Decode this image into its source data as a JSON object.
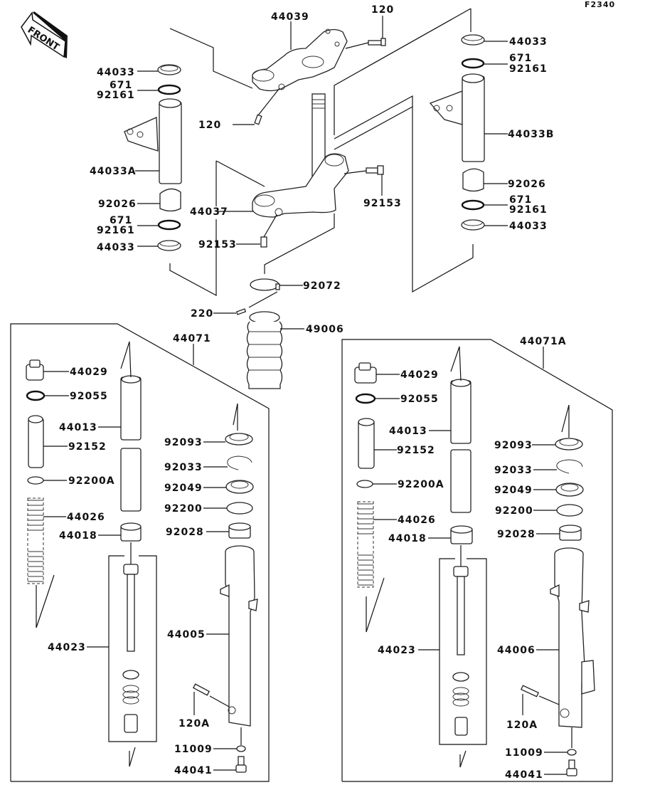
{
  "diagram": {
    "code": "F2340",
    "front_label": "FRONT",
    "labels": {
      "p44039": "44039",
      "p120_top": "120",
      "p44033_tl": "44033",
      "p671_tl": "671",
      "p92161_tl": "92161",
      "p120_left": "120",
      "p44033A": "44033A",
      "p92026_l": "92026",
      "p44037": "44037",
      "p671_ml": "671",
      "p92161_ml": "92161",
      "p44033_ml": "44033",
      "p92153_l": "92153",
      "p92153_r": "92153",
      "p44033_tr": "44033",
      "p671_tr": "671",
      "p92161_tr": "92161",
      "p44033B": "44033B",
      "p92026_r": "92026",
      "p671_mr": "671",
      "p92161_mr": "92161",
      "p44033_mr": "44033",
      "p92072": "92072",
      "p220": "220",
      "p49006": "49006"
    },
    "left_assembly": {
      "title": "44071",
      "parts": {
        "p44029": "44029",
        "p92055": "92055",
        "p44013": "44013",
        "p92152": "92152",
        "p92200A": "92200A",
        "p44026": "44026",
        "p44018": "44018",
        "p44023": "44023",
        "p92093": "92093",
        "p92033": "92033",
        "p92049": "92049",
        "p92200": "92200",
        "p92028": "92028",
        "p44005": "44005",
        "p120A": "120A",
        "p11009": "11009",
        "p44041": "44041"
      }
    },
    "right_assembly": {
      "title": "44071A",
      "parts": {
        "p44029": "44029",
        "p92055": "92055",
        "p44013": "44013",
        "p92152": "92152",
        "p92200A": "92200A",
        "p44026": "44026",
        "p44018": "44018",
        "p44023": "44023",
        "p92093": "92093",
        "p92033": "92033",
        "p92049": "92049",
        "p92200": "92200",
        "p92028": "92028",
        "p44006": "44006",
        "p120A": "120A",
        "p11009": "11009",
        "p44041": "44041"
      }
    }
  }
}
